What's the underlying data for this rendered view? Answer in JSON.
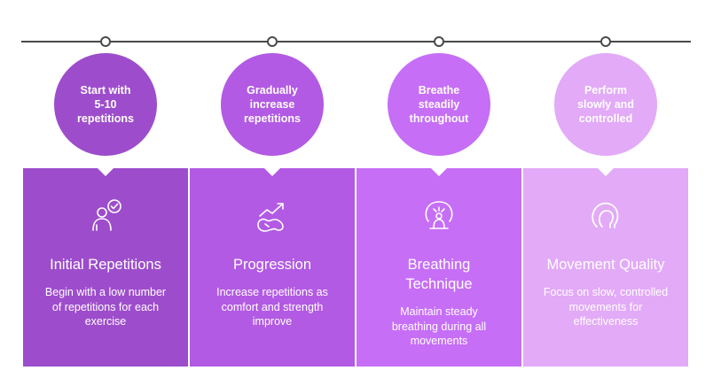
{
  "colors": {
    "step1": "#9d4dcc",
    "step2": "#b25ae3",
    "step3": "#c66ef6",
    "step4": "#e2aaf7",
    "line": "#4a4a4a"
  },
  "steps": [
    {
      "circle_text": "Start with\n5-10\nrepetitions",
      "title": "Initial Repetitions",
      "description": "Begin with a low number\nof repetitions for each\nexercise",
      "icon": "person-with-checklist-icon"
    },
    {
      "circle_text": "Gradually\nincrease\nrepetitions",
      "title": "Progression",
      "description": "Increase repetitions as\ncomfort and strength\nimprove",
      "icon": "growth-arrow-icon"
    },
    {
      "circle_text": "Breathe\nsteadily\nthroughout",
      "title": "Breathing\nTechnique",
      "description": "Maintain steady\nbreathing during all\nmovements",
      "icon": "meditation-icon"
    },
    {
      "circle_text": "Perform\nslowly and\ncontrolled",
      "title": "Movement Quality",
      "description": "Focus on slow, controlled\nmovements for\neffectiveness",
      "icon": "circular-arrow-icon"
    }
  ]
}
